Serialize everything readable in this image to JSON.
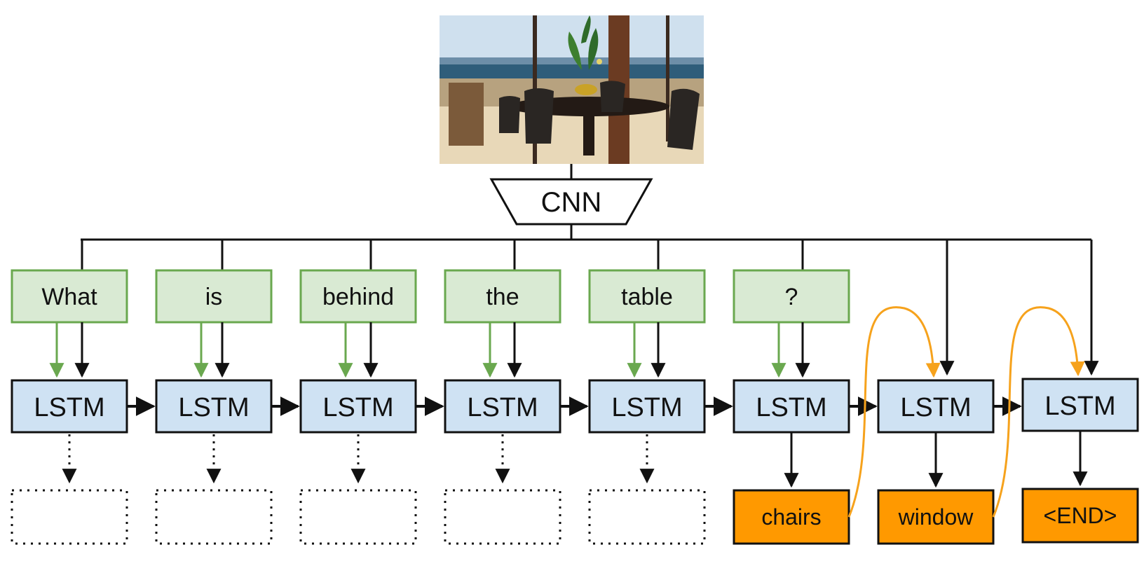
{
  "cnn": {
    "label": "CNN"
  },
  "question_words": [
    "What",
    "is",
    "behind",
    "the",
    "table",
    "?"
  ],
  "lstm": {
    "label": "LSTM",
    "count": 8
  },
  "answer_words": [
    "chairs",
    "window",
    "<END>"
  ],
  "colors": {
    "word_fill": "#d9ead3",
    "word_stroke": "#6aa84f",
    "lstm_fill": "#cfe2f3",
    "answer_fill": "#ff9900",
    "loop_arrow": "#f6a21c",
    "green_arrow": "#6aa84f"
  },
  "image": {
    "description": "dining room with round table, chairs and ocean-view window"
  }
}
